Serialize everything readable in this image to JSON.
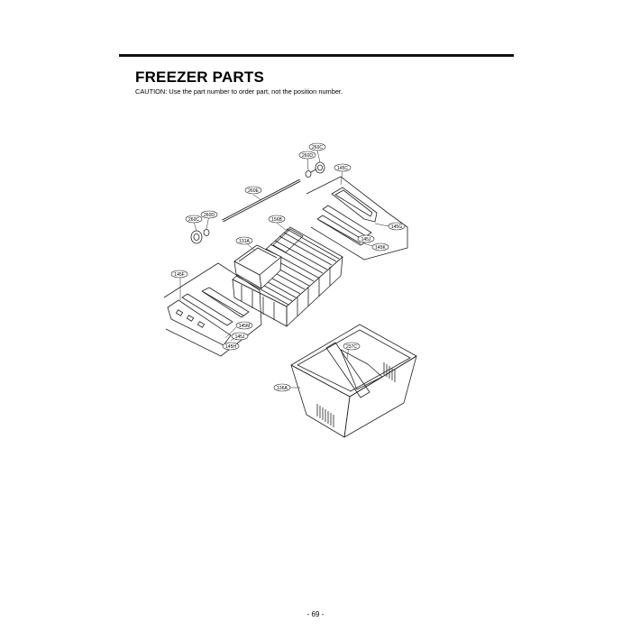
{
  "header": {
    "title": "FREEZER PARTS",
    "caution": "CAUTION: Use the part number to order part, not the position number."
  },
  "diagram": {
    "callouts": {
      "c260C_top": "260C",
      "c260D_top": "260D",
      "c145C": "145C",
      "c260E": "260E",
      "c260D_left": "260D",
      "c260C_left": "260C",
      "c156B": "156B",
      "c145G": "145G",
      "c145J_right": "145J",
      "c145K": "145K",
      "c131A": "131A",
      "c145F": "145F",
      "c145M": "145M",
      "c145J_left": "145J",
      "c145H": "145H",
      "c237C": "237C",
      "c136A": "136A"
    }
  },
  "footer": {
    "page_number": "- 69 -"
  }
}
